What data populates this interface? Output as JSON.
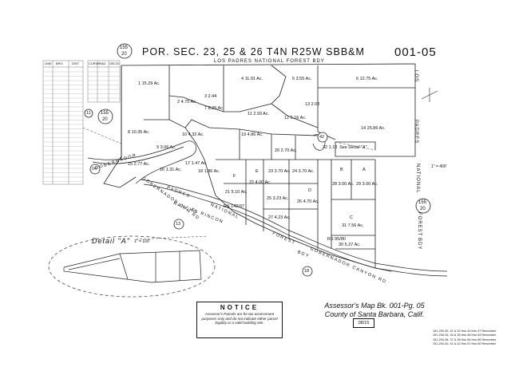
{
  "header": {
    "section_title": "POR. SEC. 23, 25 & 26 T4N R25W SBB&M",
    "forest_boundary": "LOS PADRES   NATIONAL   FOREST  BDY",
    "book_page": "001-05"
  },
  "page_refs": {
    "top_left": [
      "155",
      "20"
    ],
    "left_mid": [
      "155",
      "20"
    ],
    "right_mid": [
      "155",
      "20"
    ],
    "circle_42": "42",
    "circle_04": "04",
    "circle_13": "13",
    "circle_18": "18",
    "circle_11": "11"
  },
  "parcels": [
    {
      "id": "1",
      "area": "15.29 Ac."
    },
    {
      "id": "2",
      "area": "4.75 Ac."
    },
    {
      "id": "3",
      "area": "2.44"
    },
    {
      "id": "4",
      "area": "11.91 Ac."
    },
    {
      "id": "5",
      "area": "3.55 Ac."
    },
    {
      "id": "6",
      "area": "12.75 Ac."
    },
    {
      "id": "7",
      "area": "8.25 Ac."
    },
    {
      "id": "8",
      "area": "10.35 Ac."
    },
    {
      "id": "9",
      "area": "3.06 Ac."
    },
    {
      "id": "10",
      "area": "4.32 Ac."
    },
    {
      "id": "11",
      "area": "2.93 Ac."
    },
    {
      "id": "12",
      "area": "5.16 Ac."
    },
    {
      "id": "13",
      "area": "2.03"
    },
    {
      "id": "14",
      "area": "25.86 Ac."
    },
    {
      "id": "15",
      "area": "2.77 Ac."
    },
    {
      "id": "16",
      "area": "1.31 Ac."
    },
    {
      "id": "17",
      "area": "1.47 Ac."
    },
    {
      "id": "18",
      "area": "1.86 Ac."
    },
    {
      "id": "19",
      "area": "4.86 Ac."
    },
    {
      "id": "20",
      "area": "2.70 Ac."
    },
    {
      "id": "21",
      "area": "5.10 Ac."
    },
    {
      "id": "22",
      "area": "4.00 Ac."
    },
    {
      "id": "23",
      "area": "3.70 Ac."
    },
    {
      "id": "24",
      "area": "3.70 Ac."
    },
    {
      "id": "25",
      "area": "3.23 Ac."
    },
    {
      "id": "26",
      "area": "4.70 Ac."
    },
    {
      "id": "27",
      "area": "4.23 Ac."
    },
    {
      "id": "28",
      "area": "3.00 Ac."
    },
    {
      "id": "29",
      "area": "3.00 Ac."
    },
    {
      "id": "30",
      "area": "5.27 Ac."
    },
    {
      "id": "31",
      "area": "7.56 Ac."
    },
    {
      "id": "32",
      "area": "1.13"
    }
  ],
  "lot_letters": [
    "A",
    "B",
    "C",
    "D",
    "E",
    "F"
  ],
  "roads": {
    "gobernador_top": "GOBERNADOR",
    "gobernador_rd": "GOBERNADOR  CYN  RD",
    "padres": "PADRES",
    "rancho": "RANCHO",
    "el_rincon": "EL  RINCON",
    "national": "NATIONAL",
    "forest": "FOREST",
    "bdy_lower": "BDY",
    "gobernador_canyon": "GOBERNADOR CANYON RD",
    "right_los": "LOS",
    "right_padres": "PADRES",
    "right_national": "NATIONAL",
    "right_forest": "FOREST",
    "right_bdy": "BDY"
  },
  "refs": {
    "rs_1": "RS 142/37",
    "rs_2": "RS 95/80",
    "see_detail": "See Detail \"A\"",
    "detail_label": "Detail \"A\"",
    "detail_scale": "1\" = 100'",
    "scale": "1\" = 400'"
  },
  "notice": {
    "title": "NOTICE",
    "text": "Assessor's Parcels are for tax assessment purposes only and do not indicate either parcel legality or a valid building site."
  },
  "legend": {
    "line1": "Assessor's Map Bk. 001-Pg. 05",
    "line2": "County of Santa Barbara, Calif."
  },
  "date_box": "08/15",
  "revisions": [
    "151-200-30, 31 & 32 thru 43 thru 47 Renumber",
    "151-200-33, 34 & 35 thru 48 thru 53 Renumber",
    "151-200-36, 37 & 38 thru 54 thru 56 Renumber",
    "151-200-40, 41 & 42 thru 57 thru 60 Renumber"
  ],
  "line_table_header": [
    "LINE",
    "BRG",
    "DIST"
  ],
  "curve_table_header": [
    "CURVE",
    "RAD",
    "DELTA"
  ]
}
